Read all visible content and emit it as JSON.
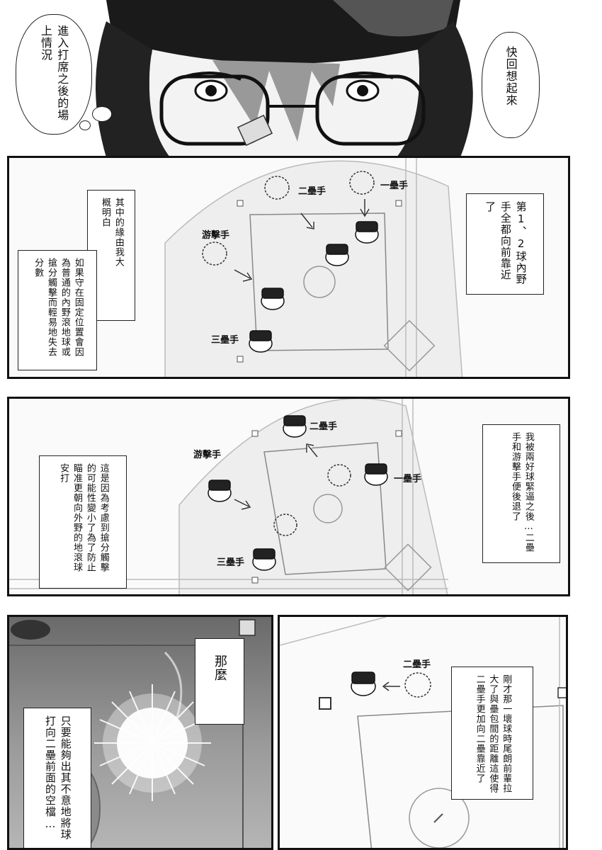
{
  "top_scene": {
    "thought_bubble_left": "進入打席之後的場上情況",
    "bubble_right": "快回想起來"
  },
  "panel_1": {
    "caption_right": "第1、2球內野手全都向前靠近了",
    "caption_left_top": "其中的緣由我大概明白",
    "caption_left_bottom": "如果守在固定位置會因為普通的內野滾地球或搶分觸擊而輕易地失去分數",
    "labels": {
      "second_base": "二壘手",
      "first_base": "一壘手",
      "shortstop": "游擊手",
      "third_base": "三壘手"
    }
  },
  "panel_2": {
    "caption_right": "我被兩好球緊逼之後…二壘手和游擊手便後退了",
    "caption_left": "這是因為考慮到搶分觸擊的可能性變小了為了防止瞄准更朝向外野的地滾球安打",
    "labels": {
      "second_base": "二壘手",
      "first_base": "一壘手",
      "shortstop": "游擊手",
      "third_base": "三壘手"
    }
  },
  "panel_3": {
    "caption_top": "那麼",
    "caption_bottom": "只要能夠出其不意地將球打向二壘前面的空檔…"
  },
  "panel_4": {
    "caption": "剛才那一壞球時尾朗前輩拉大了與壘包間的距離這使得二壘手更加向二壘靠近了",
    "label_second_base": "二壘手"
  }
}
